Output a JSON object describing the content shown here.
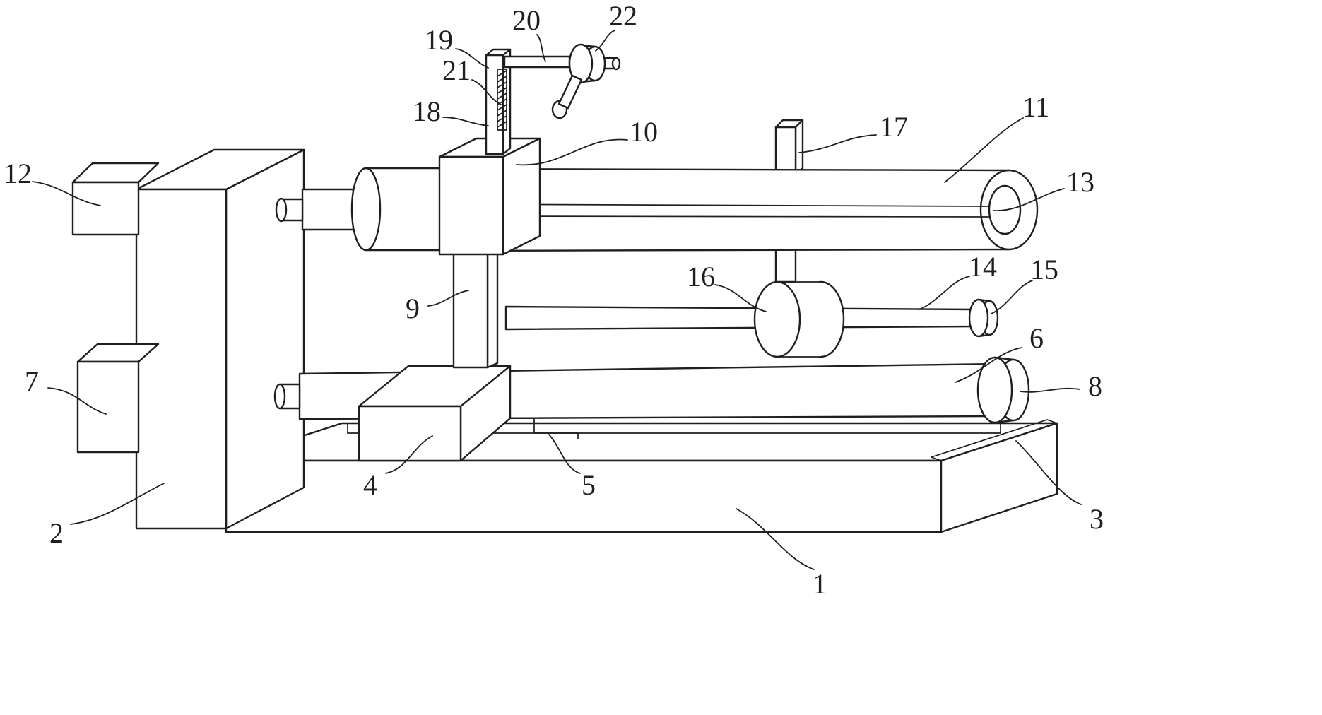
{
  "colors": {
    "ink": "#1f1f1f",
    "paper": "#ffffff"
  },
  "labels": [
    "1",
    "2",
    "3",
    "4",
    "5",
    "6",
    "7",
    "8",
    "9",
    "10",
    "11",
    "12",
    "13",
    "14",
    "15",
    "16",
    "17",
    "18",
    "19",
    "20",
    "21",
    "22"
  ]
}
